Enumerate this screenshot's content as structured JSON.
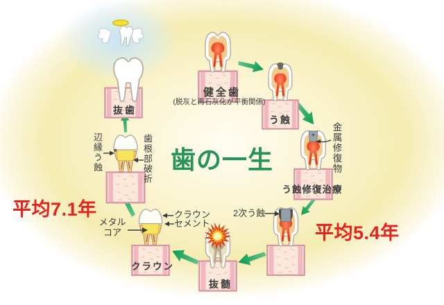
{
  "title": "歯の一生",
  "annotations": {
    "avg_restoration": "平均5.4年",
    "avg_crown": "平均7.1年"
  },
  "stages": {
    "healthy": {
      "label": "健全歯",
      "note": "(脱灰と再石灰化が平衡関係)"
    },
    "caries": {
      "label": "う蝕"
    },
    "restoration": {
      "label": "う蝕修復治療",
      "callout_metal": "金属修復物"
    },
    "secondary_caries": {
      "callout": "2次う蝕"
    },
    "pulpectomy": {
      "label": "抜髄"
    },
    "crown": {
      "label": "クラウン",
      "callout_crown": "クラウン",
      "callout_cement": "セメント",
      "callout_core_line1": "メタル",
      "callout_core_line2": "コア"
    },
    "marginal_caries": {
      "callout_left": "辺縁う蝕",
      "callout_right": "歯根部破折"
    },
    "extraction": {
      "label": "抜歯"
    }
  },
  "colors": {
    "title_green": "#27935a",
    "arrow_green": "#12a156",
    "highlight_red": "#e7211b"
  }
}
